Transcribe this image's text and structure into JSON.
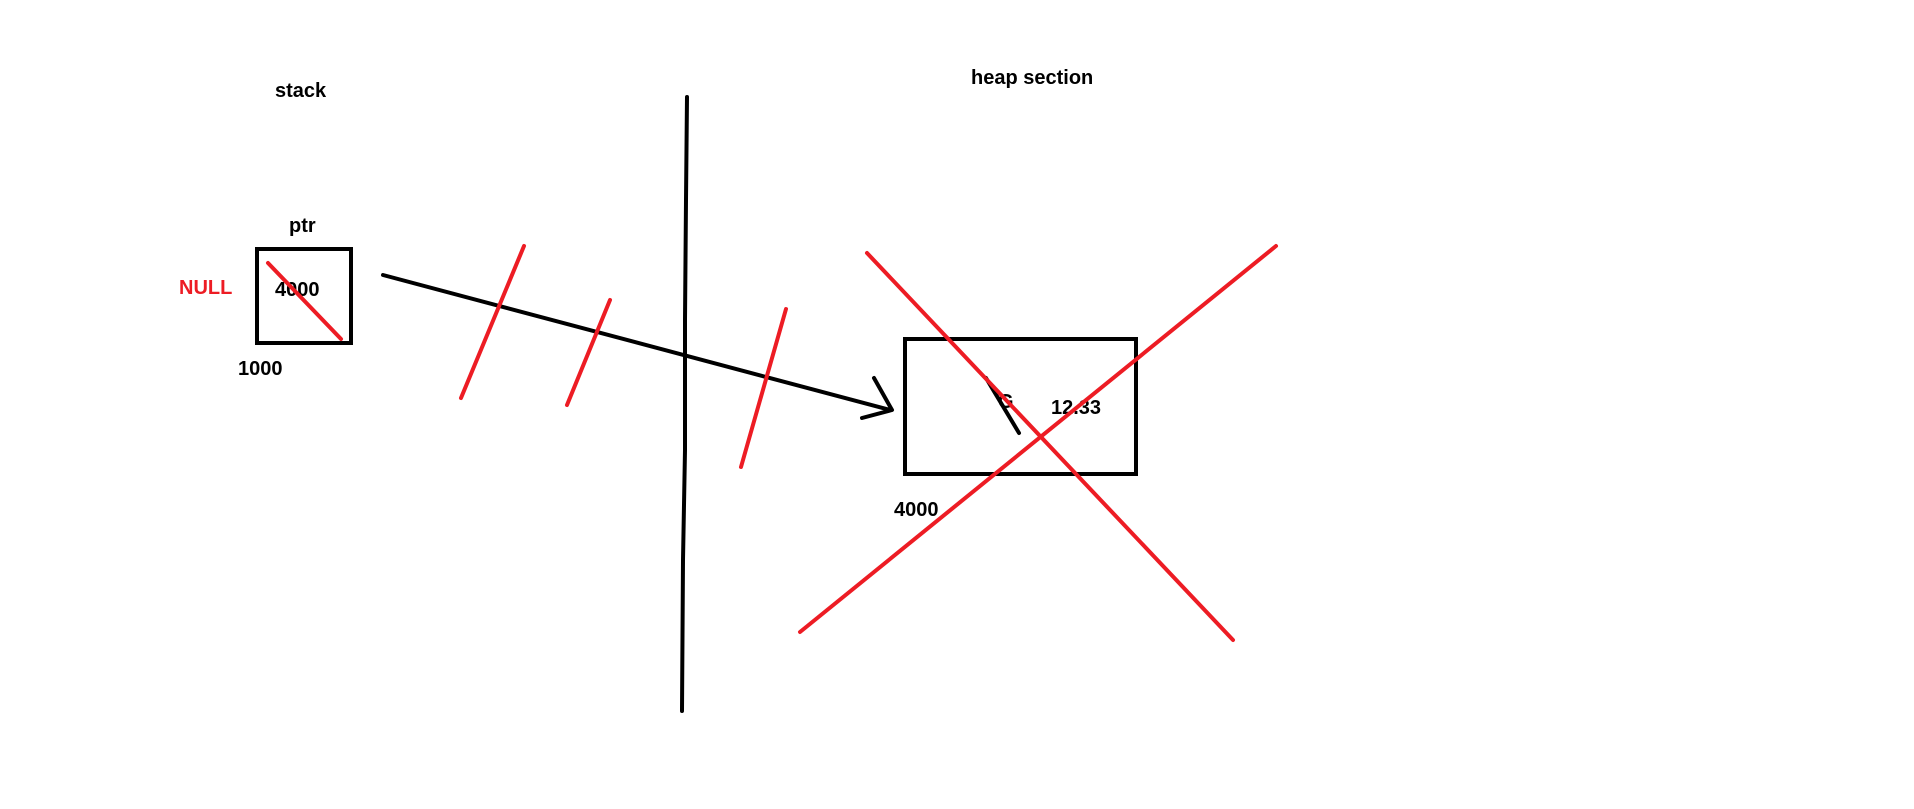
{
  "labels": {
    "stack_title": "stack",
    "heap_title": "heap section",
    "pointer_name": "ptr",
    "pointer_value": "4000",
    "pointer_address": "1000",
    "null_note": "NULL",
    "heap_value_1": "G",
    "heap_value_2": "12.33",
    "heap_address": "4000"
  },
  "colors": {
    "ink": "#000000",
    "strike": "#ed1c24",
    "background": "#ffffff"
  }
}
